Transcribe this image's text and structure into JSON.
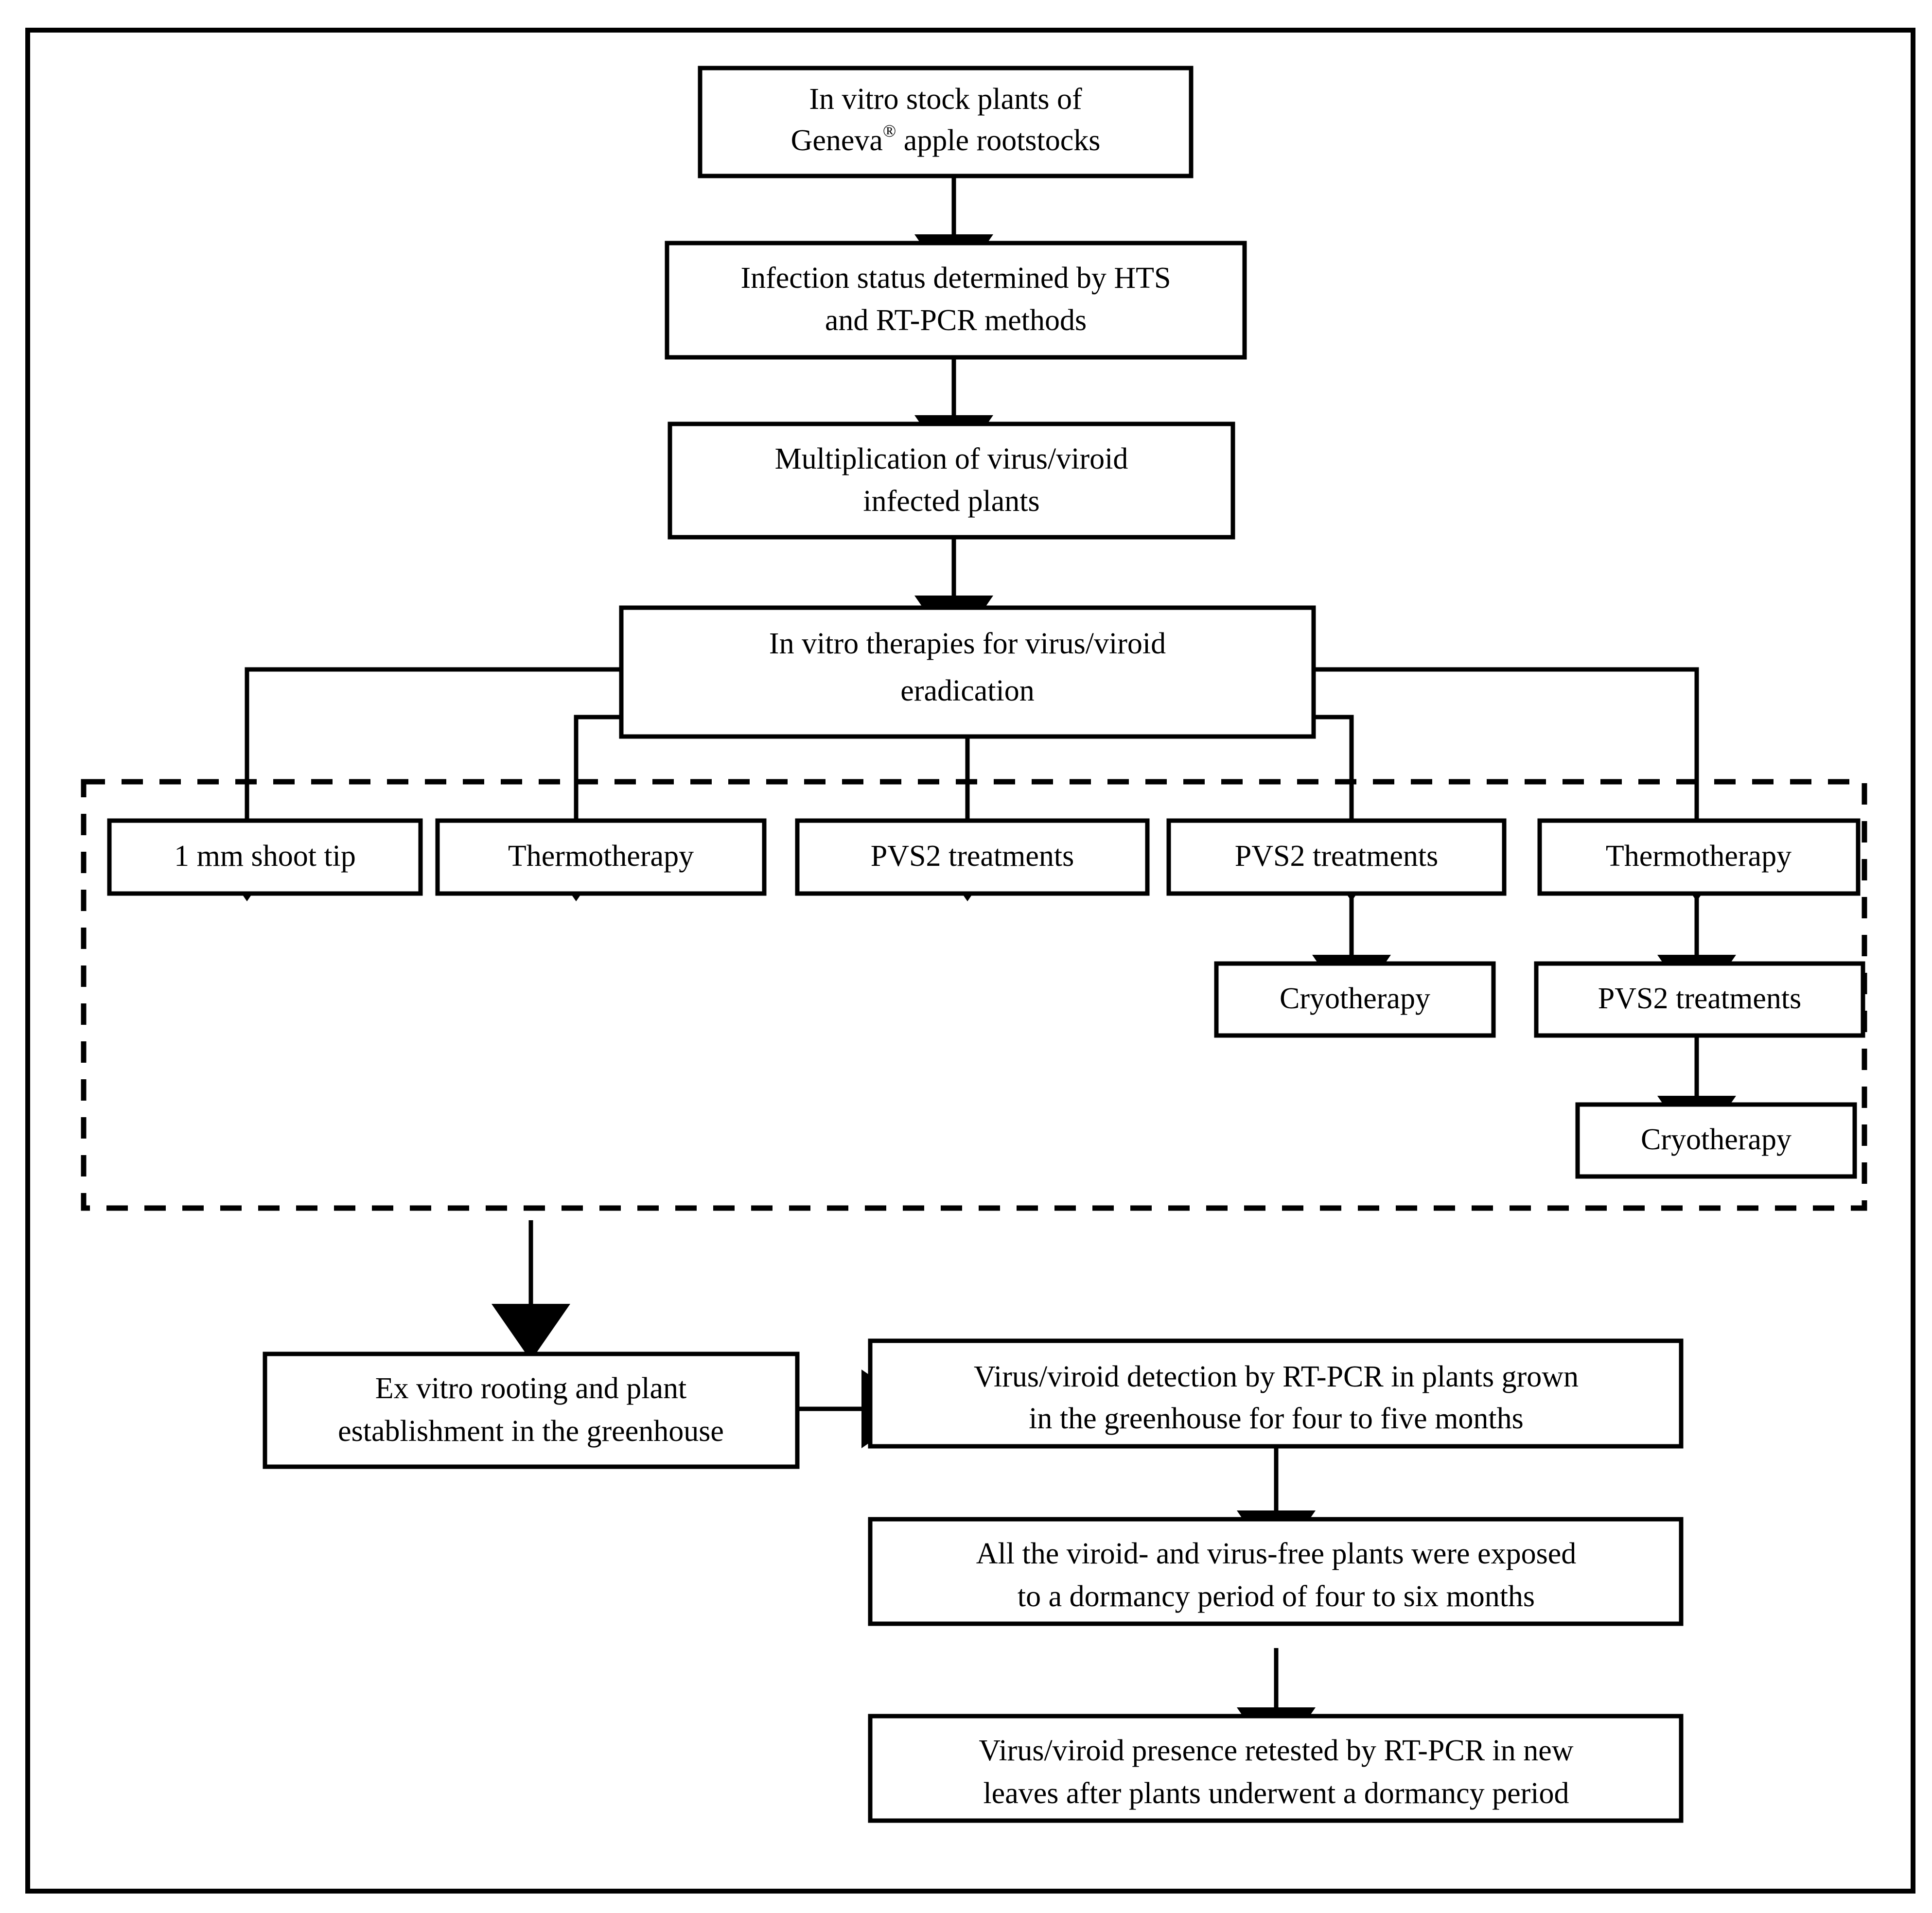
{
  "figure": {
    "kind": "flowchart",
    "orientation": "top-to-bottom",
    "background_color": "#ffffff",
    "line_color": "#000000",
    "outer_frame": "solid",
    "group_frame": "dashed"
  },
  "nodes": {
    "stock_plants": {
      "line1": "In vitro stock plants of",
      "line2_pre": "Geneva",
      "line2_sup": "®",
      "line2_post": " apple rootstocks"
    },
    "infection_status": {
      "line1": "Infection status determined by HTS",
      "line2": "and RT-PCR methods"
    },
    "multiplication": {
      "line1": "Multiplication of virus/viroid",
      "line2": "infected plants"
    },
    "in_vitro_therapies": {
      "line1": "In vitro therapies for virus/viroid",
      "line2": "eradication"
    },
    "treatment_1": {
      "label": "1 mm shoot tip"
    },
    "treatment_2": {
      "label": "Thermotherapy"
    },
    "treatment_3": {
      "label": "PVS2 treatments"
    },
    "treatment_4": {
      "label": "PVS2 treatments"
    },
    "treatment_4_child": {
      "label": "Cryotherapy"
    },
    "treatment_5": {
      "label": "Thermotherapy"
    },
    "treatment_5_child": {
      "label": "PVS2 treatments"
    },
    "treatment_5_grandchild": {
      "label": "Cryotherapy"
    },
    "ex_vitro_rooting": {
      "line1": "Ex vitro rooting and plant",
      "line2": "establishment in the greenhouse"
    },
    "detection_greenhouse": {
      "line1": "Virus/viroid detection by RT-PCR in plants grown",
      "line2": "in the greenhouse for four to five months"
    },
    "dormancy": {
      "line1": "All the viroid- and virus-free plants were exposed",
      "line2": "to a dormancy period of four to six months"
    },
    "retest": {
      "line1": "Virus/viroid presence retested by RT-PCR in new",
      "line2": "leaves after plants underwent a dormancy period"
    }
  },
  "flow_order": [
    "stock_plants",
    "infection_status",
    "multiplication",
    "in_vitro_therapies",
    "treatment_1",
    "treatment_2",
    "treatment_3",
    "treatment_4",
    "treatment_4_child",
    "treatment_5",
    "treatment_5_child",
    "treatment_5_grandchild",
    "ex_vitro_rooting",
    "detection_greenhouse",
    "dormancy",
    "retest"
  ]
}
